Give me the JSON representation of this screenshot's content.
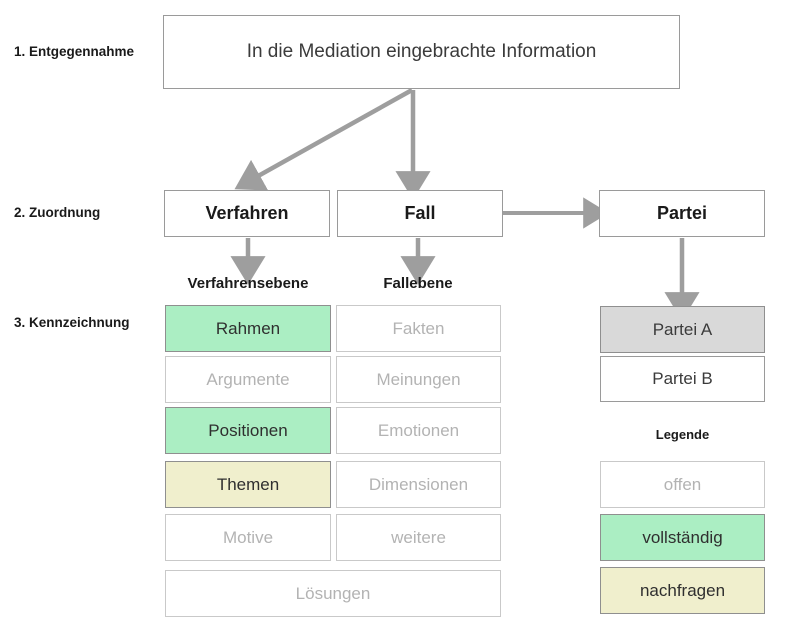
{
  "diagram": {
    "title": "In die Mediation eingebrachte Information",
    "rows": [
      {
        "id": "row-1",
        "label": "1. Entgegennahme"
      },
      {
        "id": "row-2",
        "label": "2. Zuordnung"
      },
      {
        "id": "row-3",
        "label": "3. Kennzeichnung"
      }
    ],
    "stage1": {
      "box_label": "In die Mediation eingebrachte Information"
    },
    "stage2": {
      "nodes": [
        {
          "id": "verfahren",
          "label": "Verfahren"
        },
        {
          "id": "fall",
          "label": "Fall"
        },
        {
          "id": "partei",
          "label": "Partei"
        }
      ]
    },
    "columns": [
      {
        "id": "verfahrensebene",
        "header": "Verfahrensebene"
      },
      {
        "id": "fallebene",
        "header": "Fallebene"
      }
    ],
    "verfahrensebene_items": [
      {
        "label": "Rahmen",
        "state": "vollstaendig"
      },
      {
        "label": "Argumente",
        "state": "offen"
      },
      {
        "label": "Positionen",
        "state": "vollstaendig"
      },
      {
        "label": "Themen",
        "state": "nachfragen"
      },
      {
        "label": "Motive",
        "state": "offen"
      }
    ],
    "fallebene_items": [
      {
        "label": "Fakten",
        "state": "offen"
      },
      {
        "label": "Meinungen",
        "state": "offen"
      },
      {
        "label": "Emotionen",
        "state": "offen"
      },
      {
        "label": "Dimensionen",
        "state": "offen"
      },
      {
        "label": "weitere",
        "state": "offen"
      }
    ],
    "spanning_item": {
      "label": "Lösungen",
      "state": "offen"
    },
    "parteien": [
      {
        "label": "Partei A",
        "state": "selected"
      },
      {
        "label": "Partei B",
        "state": "neutral"
      }
    ],
    "legend": {
      "title": "Legende",
      "items": [
        {
          "label": "offen",
          "state": "offen"
        },
        {
          "label": "vollständig",
          "state": "vollstaendig"
        },
        {
          "label": "nachfragen",
          "state": "nachfragen"
        }
      ]
    },
    "colors": {
      "vollstaendig": "#abeec3",
      "nachfragen": "#f0efcd",
      "selected": "#d9d9d9",
      "offen_border": "#c9c9c9",
      "offen_text": "#b3b3b3",
      "arrow": "#9e9e9e",
      "box_border": "#8f8f8f",
      "text_dark": "#1a1a1a"
    }
  }
}
